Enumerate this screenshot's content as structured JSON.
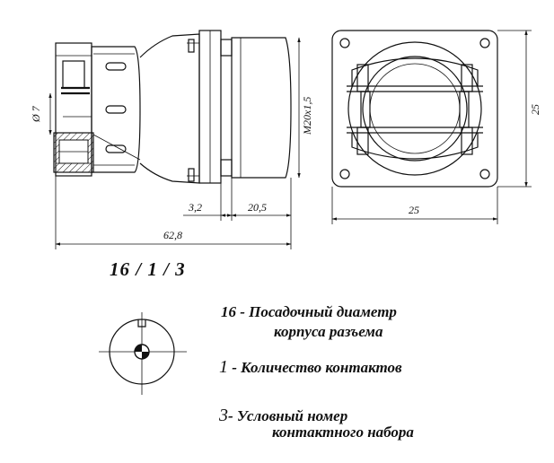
{
  "dimensions": {
    "d_pin": "Ø 7",
    "thread": "M20x1,5",
    "dim_3_2": "3,2",
    "dim_20_5": "20,5",
    "dim_62_8": "62,8",
    "dim_25_h": "25",
    "dim_25_v": "25"
  },
  "designation": {
    "code": "16 / 1 / 3"
  },
  "legend": {
    "item1_num": "16",
    "item1_text": " -  Посадочный диаметр",
    "item1_text_line2": "корпуса разъема",
    "item2_num": "1",
    "item2_text": " - Количество контактов",
    "item3_num": "3",
    "item3_text": "- Условный номер",
    "item3_text_line2": "контактного набора"
  }
}
